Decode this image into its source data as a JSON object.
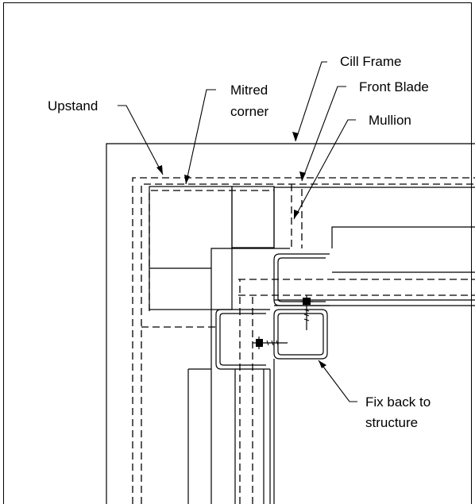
{
  "labels": {
    "cill_frame": "Cill Frame",
    "front_blade": "Front Blade",
    "mullion": "Mullion",
    "upstand": "Upstand",
    "mitred_line1": "Mitred",
    "mitred_line2": "corner",
    "fix_line1": "Fix back to",
    "fix_line2": "structure"
  }
}
